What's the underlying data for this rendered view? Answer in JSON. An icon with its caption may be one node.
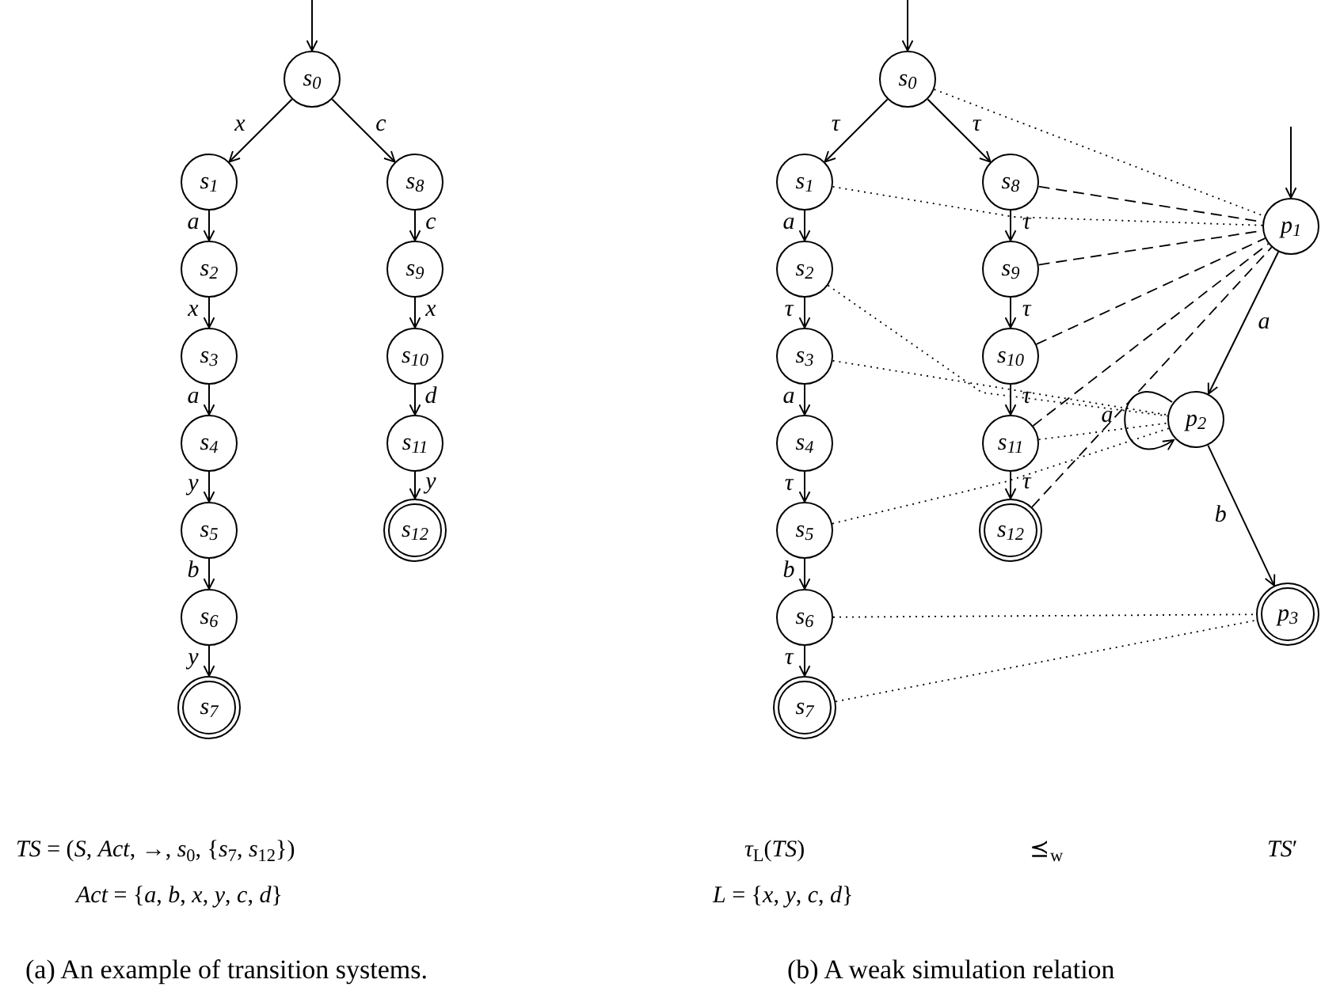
{
  "diagram": {
    "nodes": [
      {
        "text": [
          "s$_{0}$"
        ]
      },
      {
        "text": [
          "s$_{1}$"
        ]
      },
      {
        "text": [
          "s$_{2}$"
        ]
      },
      {
        "text": [
          "s$_{3}$"
        ]
      },
      {
        "text": [
          "s$_{4}$"
        ]
      },
      {
        "text": [
          "s$_{5}$"
        ]
      },
      {
        "text": [
          "s$_{6}$"
        ]
      },
      {
        "text": [
          "s$_{7}$"
        ]
      },
      {
        "text": [
          "s$_{8}$"
        ]
      },
      {
        "text": [
          "s$_{9}$"
        ]
      },
      {
        "text": [
          "s$_{10}$"
        ]
      },
      {
        "text": [
          "s$_{11}$"
        ]
      },
      {
        "text": [
          "s$_{12}$"
        ]
      },
      {
        "text": [
          "s$_{0}$"
        ]
      },
      {
        "text": [
          "s$_{1}$"
        ]
      },
      {
        "text": [
          "s$_{2}$"
        ]
      },
      {
        "text": [
          "s$_{3}$"
        ]
      },
      {
        "text": [
          "s$_{4}$"
        ]
      },
      {
        "text": [
          "s$_{5}$"
        ]
      },
      {
        "text": [
          "s$_{6}$"
        ]
      },
      {
        "text": [
          "s$_{7}$"
        ]
      },
      {
        "text": [
          "s$_{8}$"
        ]
      },
      {
        "text": [
          "s$_{9}$"
        ]
      },
      {
        "text": [
          "s$_{10}$"
        ]
      },
      {
        "text": [
          "s$_{11}$"
        ]
      },
      {
        "text": [
          "s$_{12}$"
        ]
      },
      {
        "text": [
          "p$_{1}$"
        ]
      },
      {
        "text": [
          "p$_{2}$"
        ]
      },
      {
        "text": [
          "p$_{3}$"
        ]
      }
    ],
    "edges": [
      {
        "from": null,
        "to": 0,
        "arrow": "to"
      },
      {
        "from": 0,
        "to": 1,
        "arrow": "to",
        "label": "x"
      },
      {
        "from": 0,
        "to": 8,
        "arrow": "to",
        "label": "c"
      },
      {
        "from": 1,
        "to": 2,
        "arrow": "to",
        "label": "a"
      },
      {
        "from": 2,
        "to": 3,
        "arrow": "to",
        "label": "x"
      },
      {
        "from": 3,
        "to": 4,
        "arrow": "to",
        "label": "a"
      },
      {
        "from": 4,
        "to": 5,
        "arrow": "to",
        "label": "y"
      },
      {
        "from": 5,
        "to": 6,
        "arrow": "to",
        "label": "b"
      },
      {
        "from": 6,
        "to": 7,
        "arrow": "to",
        "label": "y"
      },
      {
        "from": 8,
        "to": 9,
        "arrow": "to",
        "label": "c"
      },
      {
        "from": 9,
        "to": 10,
        "arrow": "to",
        "label": "x"
      },
      {
        "from": 10,
        "to": 11,
        "arrow": "to",
        "label": "d"
      },
      {
        "from": 11,
        "to": 12,
        "arrow": "to",
        "label": "y"
      },
      {
        "from": null,
        "to": 13,
        "arrow": "to"
      },
      {
        "from": 13,
        "to": 14,
        "arrow": "to",
        "label": "τ"
      },
      {
        "from": 13,
        "to": 21,
        "arrow": "to",
        "label": "τ"
      },
      {
        "from": 14,
        "to": 15,
        "arrow": "to",
        "label": "a"
      },
      {
        "from": 15,
        "to": 16,
        "arrow": "to",
        "label": "τ"
      },
      {
        "from": 16,
        "to": 17,
        "arrow": "to",
        "label": "a"
      },
      {
        "from": 17,
        "to": 18,
        "arrow": "to",
        "label": "τ"
      },
      {
        "from": 18,
        "to": 19,
        "arrow": "to",
        "label": "b"
      },
      {
        "from": 19,
        "to": 20,
        "arrow": "to",
        "label": "τ"
      },
      {
        "from": 21,
        "to": 22,
        "arrow": "to",
        "label": "τ"
      },
      {
        "from": 22,
        "to": 23,
        "arrow": "to",
        "label": "τ"
      },
      {
        "from": 23,
        "to": 24,
        "arrow": "to",
        "label": "τ"
      },
      {
        "from": 24,
        "to": 25,
        "arrow": "to",
        "label": "τ"
      },
      {
        "from": null,
        "to": 26,
        "arrow": "to"
      },
      {
        "from": 26,
        "to": 27,
        "arrow": "to",
        "label": "a"
      },
      {
        "from": 27,
        "to": 27,
        "arrow": "to",
        "label": "a"
      },
      {
        "from": 27,
        "to": 28,
        "arrow": "to",
        "label": "b"
      },
      {
        "from": 13,
        "to": 26,
        "arrow": "none",
        "style": "dashed"
      },
      {
        "from": 14,
        "to": 26,
        "arrow": "none",
        "style": "dashed"
      },
      {
        "from": 15,
        "to": 27,
        "arrow": "none",
        "style": "dashed"
      },
      {
        "from": 16,
        "to": 27,
        "arrow": "none",
        "style": "dashed"
      },
      {
        "from": 18,
        "to": 27,
        "arrow": "none",
        "style": "dashed"
      },
      {
        "from": 24,
        "to": 27,
        "arrow": "none",
        "style": "dashed"
      },
      {
        "from": 19,
        "to": 28,
        "arrow": "none",
        "style": "dashed"
      },
      {
        "from": 20,
        "to": 28,
        "arrow": "none",
        "style": "dashed"
      },
      {
        "from": 21,
        "to": 26,
        "arrow": "none",
        "style": "dashed"
      },
      {
        "from": 22,
        "to": 26,
        "arrow": "none",
        "style": "dashed"
      },
      {
        "from": 23,
        "to": 26,
        "arrow": "none",
        "style": "dashed"
      },
      {
        "from": 24,
        "to": 26,
        "arrow": "none",
        "style": "dashed"
      },
      {
        "from": 25,
        "to": 26,
        "arrow": "none",
        "style": "dashed"
      }
    ],
    "labels": [
      "*TS* = (*S*, *Act*, →, *s*$_{0}$, {*s*$_{7}$, *s*$_{12}$})",
      "*τ*$_{L}$(*TS*)",
      "⪯$_{w}$",
      "*TS*′",
      "*Act* = {*a*, *b*, *x*, *y*, *c*, *d*}",
      "*L* = {*x*, *y*, *c*, *d*}",
      "(a) An example of transition systems.",
      "(b) A weak simulation relation"
    ]
  }
}
